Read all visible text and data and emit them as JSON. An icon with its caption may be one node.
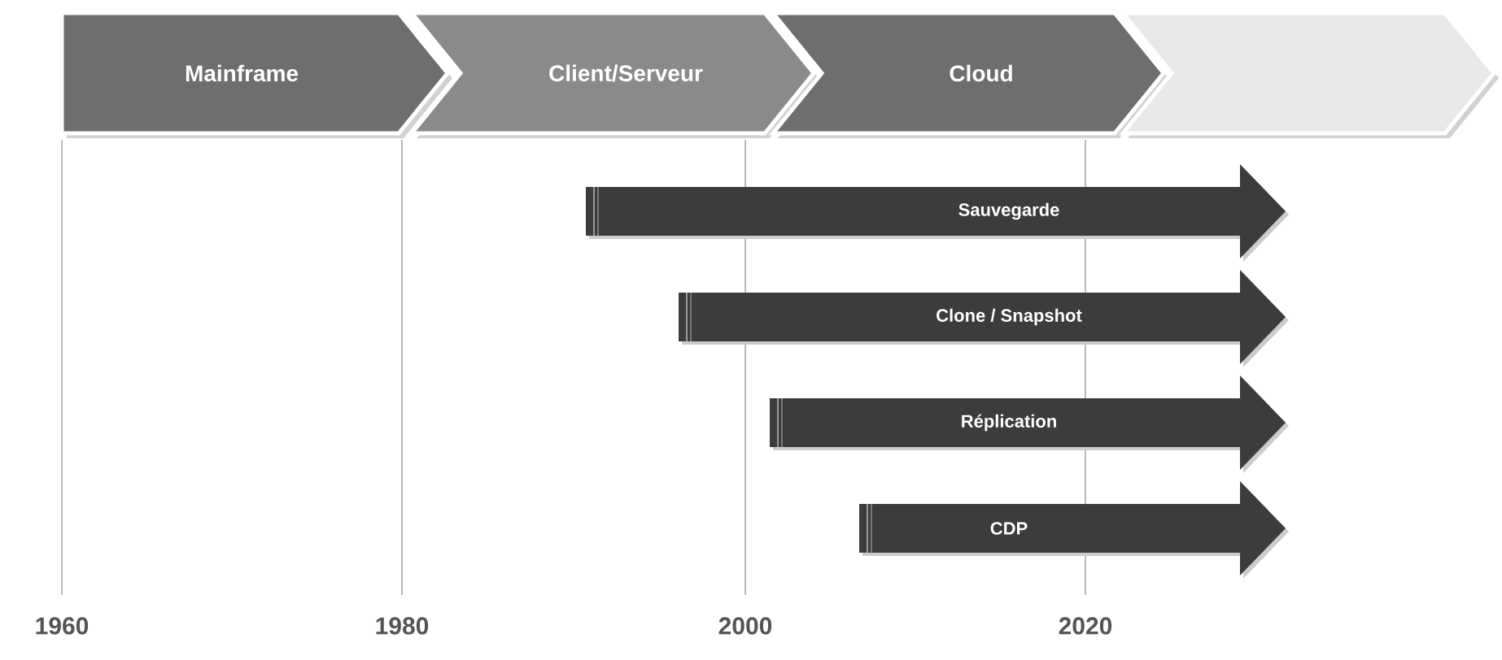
{
  "diagram": {
    "nodes": [
      {
        "text": [
          "Mainframe"
        ]
      },
      {
        "text": [
          "Client/Serveur"
        ]
      },
      {
        "text": [
          "Cloud"
        ]
      },
      {
        "text": [],
        "shape": "chevron"
      },
      {
        "text": [
          "Sauvegarde"
        ]
      },
      {
        "text": [
          "Clone / Snapshot"
        ]
      },
      {
        "text": [
          "Réplication"
        ]
      },
      {
        "text": [
          "CDP"
        ]
      }
    ],
    "labels": [
      "1960",
      "1980",
      "2000",
      "2020"
    ]
  }
}
